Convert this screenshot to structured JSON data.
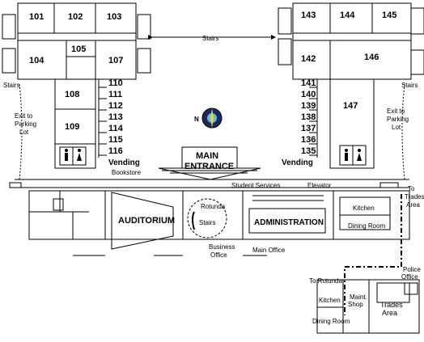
{
  "rooms": {
    "r101": "101",
    "r102": "102",
    "r103": "103",
    "r104": "104",
    "r105": "105",
    "r107": "107",
    "r108": "108",
    "r109": "109",
    "r110": "110",
    "r111": "111",
    "r112": "112",
    "r113": "113",
    "r114": "114",
    "r115": "115",
    "r116": "116",
    "r141": "141",
    "r140": "140",
    "r139": "139",
    "r138": "138",
    "r137": "137",
    "r136": "136",
    "r135": "135",
    "r142": "142",
    "r143": "143",
    "r144": "144",
    "r145": "145",
    "r146": "146",
    "r147": "147"
  },
  "labels": {
    "stairs_top": "Stairs",
    "stairs_left": "Stairs",
    "stairs_right": "Stairs",
    "exit_left": [
      "Exit to",
      "Parking",
      "Lot"
    ],
    "exit_right": [
      "Exit to",
      "Parking",
      "Lot"
    ],
    "vending_left": "Vending",
    "vending_right": "Vending",
    "bookstore": "Bookstore",
    "main_entrance": [
      "MAIN",
      "ENTRANCE"
    ],
    "student_services": "Student Services",
    "elevator": "Elevator",
    "auditorium": "AUDITORIUM",
    "rotunda": "Rotunda",
    "stairs_rotunda": "Stairs",
    "administration": "ADMINISTRATION",
    "kitchen": "Kitchen",
    "dining_room": "Dining Room",
    "to_trades": [
      "To",
      "Trades",
      "Area"
    ],
    "business_office": [
      "Business",
      "Office"
    ],
    "main_office": "Main Office",
    "police_office": [
      "Police",
      "Office"
    ],
    "to_rotunda": "To Rotunda",
    "maint_shop": [
      "Maint.",
      "Shop"
    ],
    "kitchen_inset": "Kitchen",
    "trades_area": [
      "Trades",
      "Area"
    ],
    "dining_room_inset": "Dining Room",
    "compass_n": "N"
  }
}
